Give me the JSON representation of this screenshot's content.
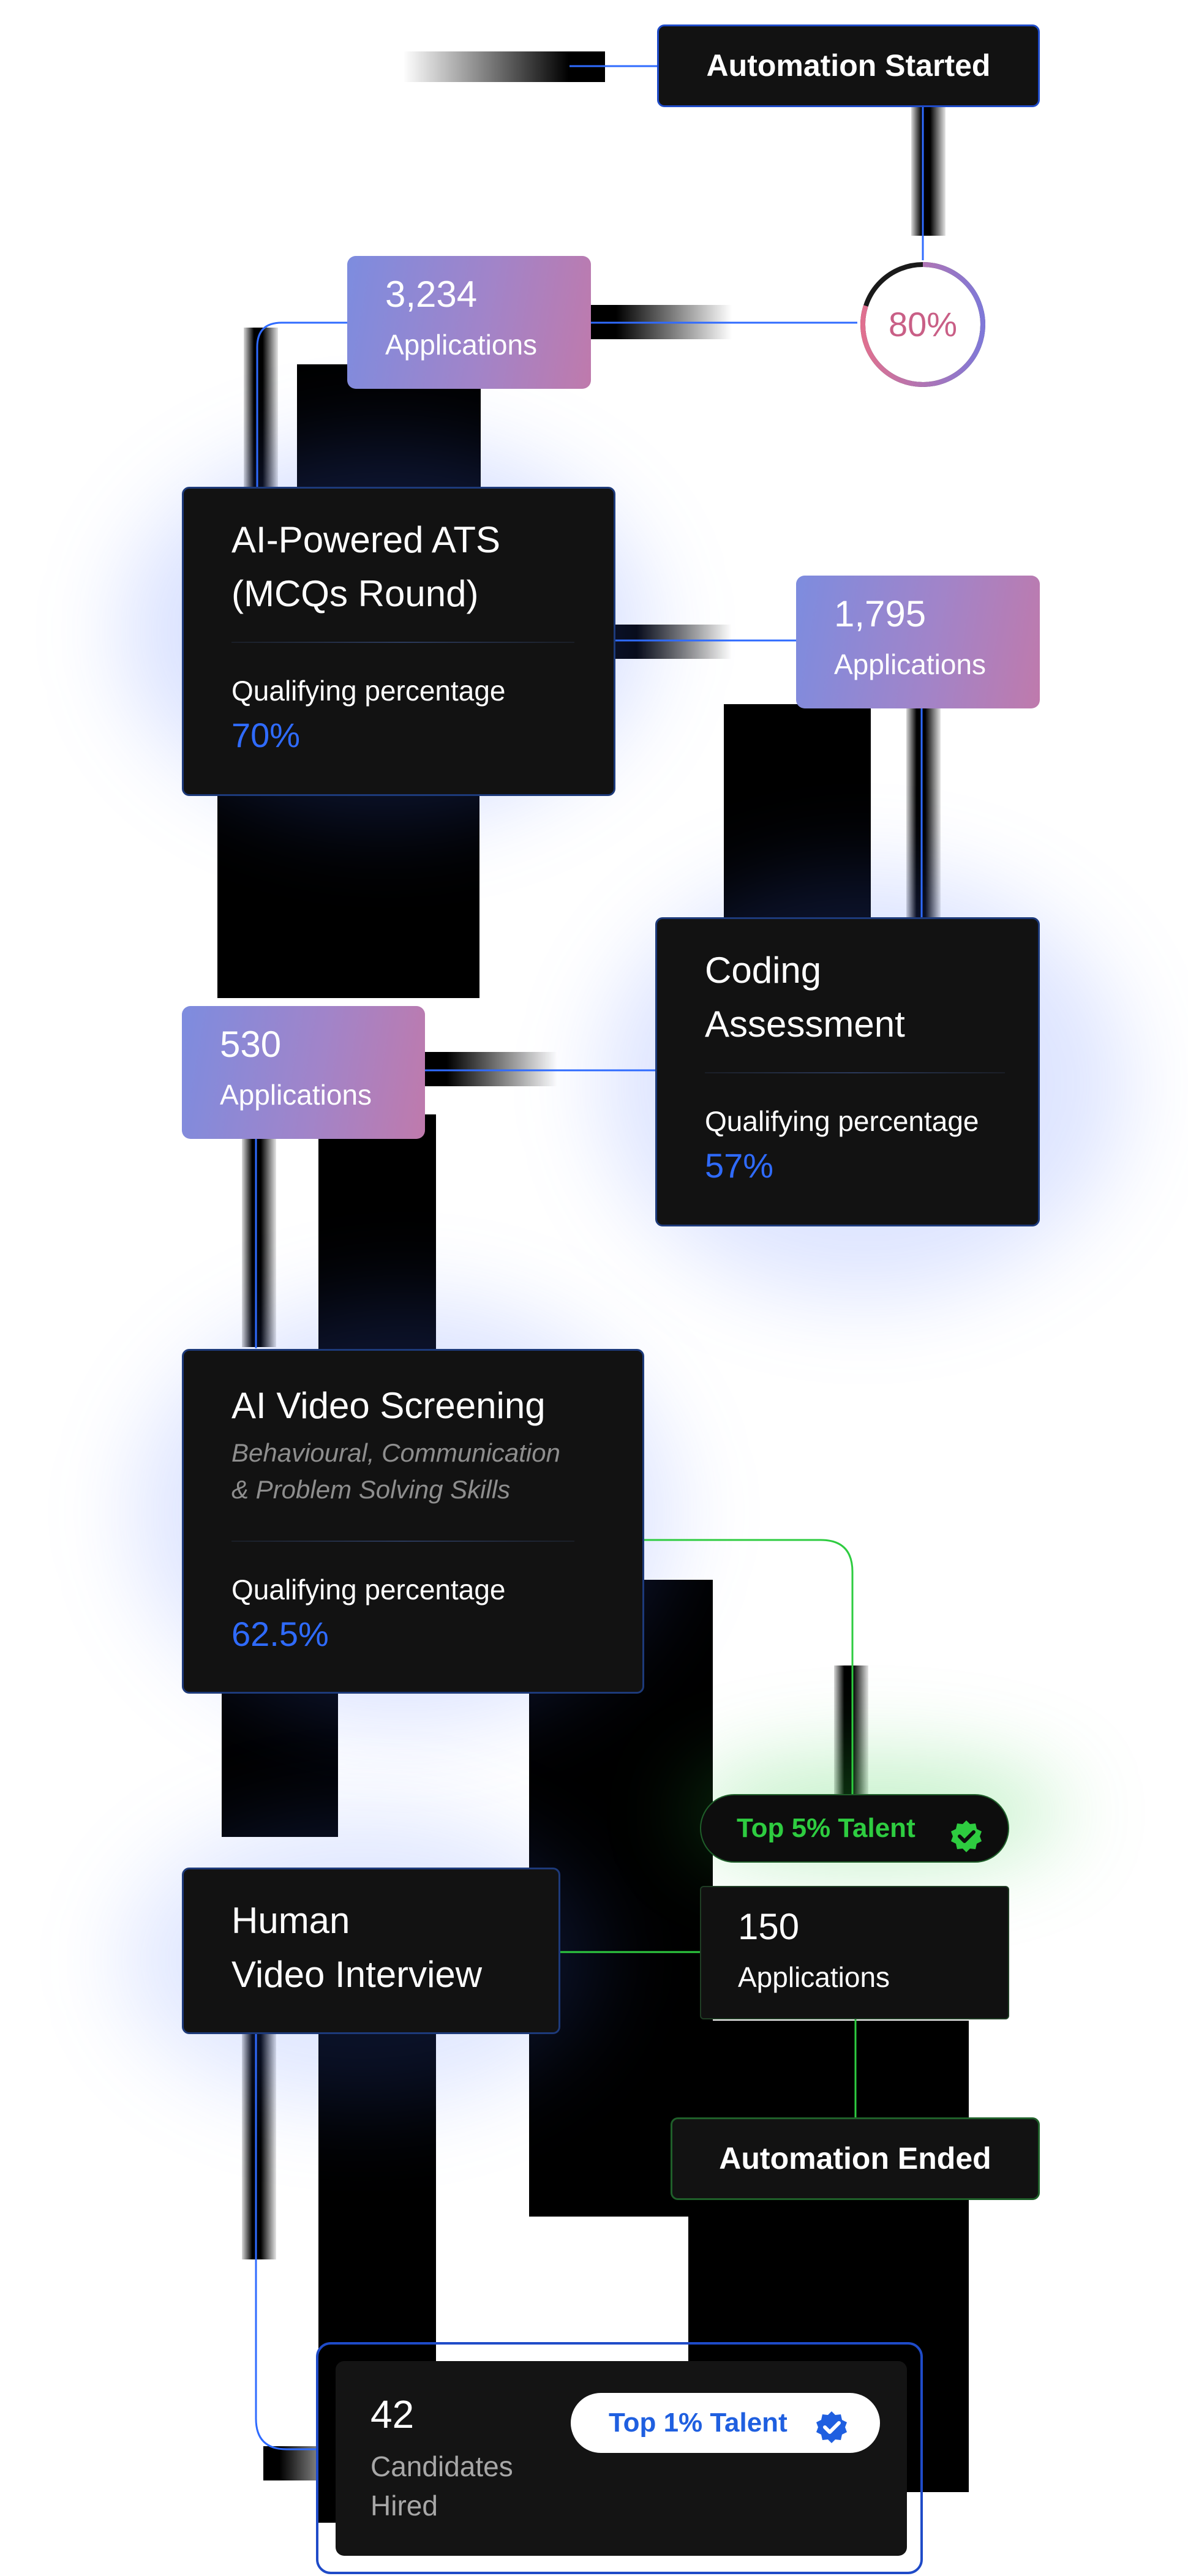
{
  "flow": {
    "start_label": "Automation Started",
    "progress_percent": 80,
    "progress_label": "80%",
    "stage1_applications": {
      "count": "3,234",
      "label": "Applications"
    },
    "ats": {
      "title": "AI-Powered ATS\n(MCQs Round)",
      "qualifying_label": "Qualifying percentage",
      "qualifying_value": "70%"
    },
    "stage2_applications": {
      "count": "1,795",
      "label": "Applications"
    },
    "coding": {
      "title": "Coding\nAssessment",
      "qualifying_label": "Qualifying percentage",
      "qualifying_value": "57%"
    },
    "stage3_applications": {
      "count": "530",
      "label": "Applications"
    },
    "video": {
      "title": "AI Video Screening",
      "subtitle": "Behavioural, Communication\n& Problem Solving Skills",
      "qualifying_label": "Qualifying percentage",
      "qualifying_value": "62.5%"
    },
    "top5_label": "Top 5% Talent",
    "stage4_applications": {
      "count": "150",
      "label": "Applications"
    },
    "human": {
      "title": "Human\nVideo Interview"
    },
    "end_label": "Automation Ended",
    "hired": {
      "count": "42",
      "label": "Candidates\nHired",
      "badge": "Top 1% Talent"
    }
  },
  "colors": {
    "blue": "#2f6bff",
    "green": "#2ecc40",
    "dark": "#121212",
    "pink": "#c95f86"
  },
  "icons": {
    "check_badge": "check-badge-icon"
  }
}
